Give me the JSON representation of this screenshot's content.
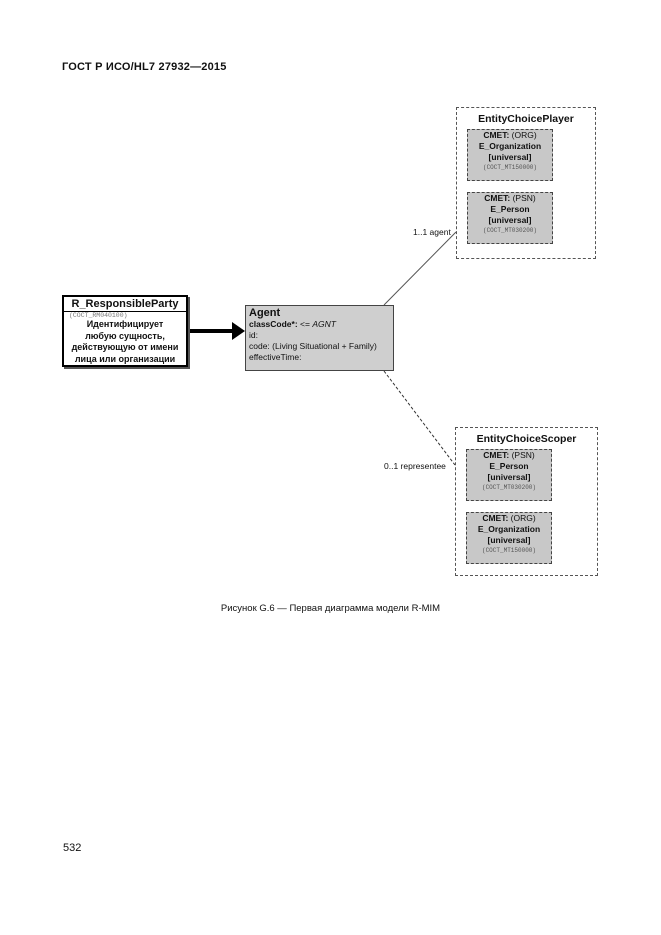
{
  "header": {
    "standard": "ГОСТ Р ИСО/HL7 27932—2015"
  },
  "responsible_party": {
    "title": "R_ResponsibleParty",
    "code": "(COCT_RM040100)",
    "description_lines": [
      "Идентифицирует",
      "любую сущность,",
      "действующую от имени",
      "лица или организации"
    ]
  },
  "agent": {
    "title": "Agent",
    "class_code_label": "classCode*:",
    "class_code_value": " <= ",
    "class_code_italic": "AGNT",
    "line_id": "id:",
    "line_code": "code: (Living Situational + Family)",
    "line_time": "effectiveTime:"
  },
  "player": {
    "title": "EntityChoicePlayer",
    "items": [
      {
        "cmet": "CMET:",
        "kind": " (ORG)",
        "name": "E_Organization",
        "scope": "[universal]",
        "code": "(COCT_MT150000)"
      },
      {
        "cmet": "CMET:",
        "kind": " (PSN)",
        "name": "E_Person",
        "scope": "[universal]",
        "code": "(COCT_MT030200)"
      }
    ]
  },
  "scoper": {
    "title": "EntityChoiceScoper",
    "items": [
      {
        "cmet": "CMET:",
        "kind": " (PSN)",
        "name": "E_Person",
        "scope": "[universal]",
        "code": "(COCT_MT030200)"
      },
      {
        "cmet": "CMET:",
        "kind": " (ORG)",
        "name": "E_Organization",
        "scope": "[universal]",
        "code": "(COCT_MT150000)"
      }
    ]
  },
  "associations": {
    "agent_label": "1..1 agent",
    "representee_label": "0..1 representee"
  },
  "caption": "Рисунок G.6 — Первая диаграмма модели R-MIM",
  "page_number": "532"
}
